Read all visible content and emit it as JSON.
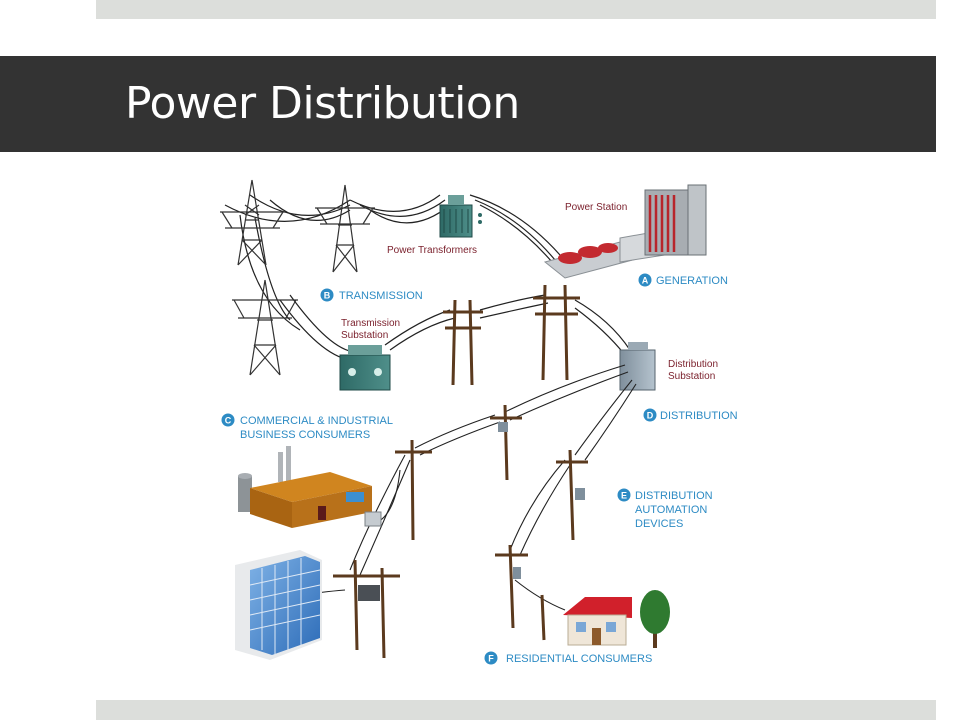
{
  "slide": {
    "title": "Power Distribution"
  },
  "diagram": {
    "labels": {
      "power_station": "Power Station",
      "power_transformers": "Power Transformers",
      "transmission_substation_line1": "Transmission",
      "transmission_substation_line2": "Substation",
      "distribution_substation_line1": "Distribution",
      "distribution_substation_line2": "Substation"
    },
    "stages": [
      {
        "badge": "A",
        "lines": [
          "GENERATION"
        ]
      },
      {
        "badge": "B",
        "lines": [
          "TRANSMISSION"
        ]
      },
      {
        "badge": "C",
        "lines": [
          "COMMERCIAL & INDUSTRIAL",
          "BUSINESS CONSUMERS"
        ]
      },
      {
        "badge": "D",
        "lines": [
          "DISTRIBUTION"
        ]
      },
      {
        "badge": "E",
        "lines": [
          "DISTRIBUTION",
          "AUTOMATION",
          "DEVICES"
        ]
      },
      {
        "badge": "F",
        "lines": [
          "RESIDENTIAL CONSUMERS"
        ]
      }
    ],
    "colors": {
      "stage_text": "#2d8bc4",
      "label_text": "#7a1f2b",
      "pole": "#5b3a1e",
      "tower": "#333333",
      "wire": "#222222"
    }
  }
}
